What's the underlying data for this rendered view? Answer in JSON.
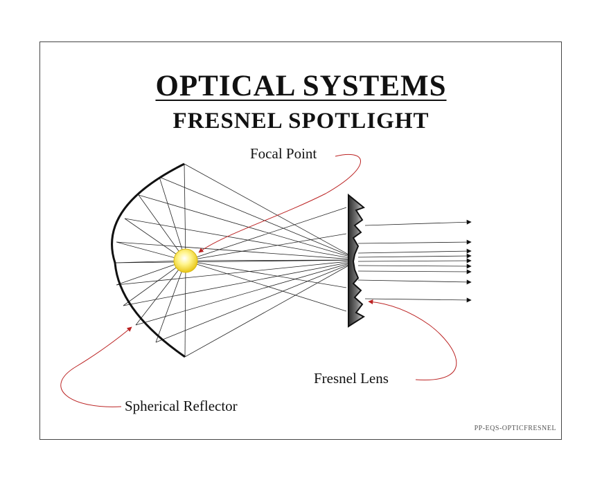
{
  "title": "OPTICAL SYSTEMS",
  "subtitle": "FRESNEL SPOTLIGHT",
  "labels": {
    "focal_point": "Focal Point",
    "fresnel_lens": "Fresnel Lens",
    "spherical_reflector": "Spherical Reflector"
  },
  "code": "PP-EQS-OPTICFRESNEL",
  "colors": {
    "leader": "#c0392b",
    "ray": "#222222",
    "lamp": "#f7e43a",
    "lens_dark": "#3a3a3a",
    "lens_light": "#d4d4d4"
  }
}
